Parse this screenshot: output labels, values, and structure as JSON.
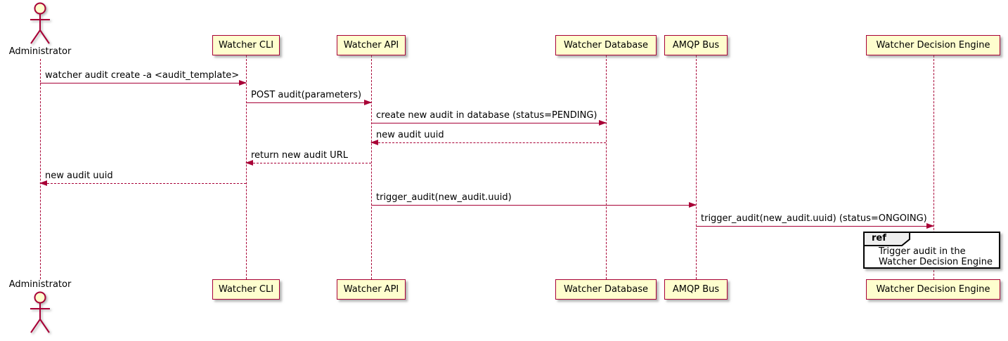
{
  "diagram_type": "sequence",
  "colors": {
    "line_accent": "#A80036",
    "participant_fill": "#FEFECE",
    "ref_header_fill": "#EEEEEE",
    "ref_border": "#000000",
    "text": "#000000",
    "background": "#FFFFFF"
  },
  "participants": [
    {
      "label": "Administrator",
      "kind": "actor"
    },
    {
      "label": "Watcher CLI",
      "kind": "participant"
    },
    {
      "label": "Watcher API",
      "kind": "participant"
    },
    {
      "label": "Watcher Database",
      "kind": "participant"
    },
    {
      "label": "AMQP Bus",
      "kind": "participant"
    },
    {
      "label": "Watcher Decision Engine",
      "kind": "participant"
    }
  ],
  "messages": [
    {
      "from": "Administrator",
      "to": "Watcher CLI",
      "label": "watcher audit create -a <audit_template>",
      "line": "solid"
    },
    {
      "from": "Watcher CLI",
      "to": "Watcher API",
      "label": "POST audit(parameters)",
      "line": "solid"
    },
    {
      "from": "Watcher API",
      "to": "Watcher Database",
      "label": "create new audit in database (status=PENDING)",
      "line": "solid"
    },
    {
      "from": "Watcher Database",
      "to": "Watcher API",
      "label": "new audit uuid",
      "line": "dashed"
    },
    {
      "from": "Watcher API",
      "to": "Watcher CLI",
      "label": "return new audit URL",
      "line": "dashed"
    },
    {
      "from": "Watcher CLI",
      "to": "Administrator",
      "label": "new audit uuid",
      "line": "dashed"
    },
    {
      "from": "Watcher API",
      "to": "AMQP Bus",
      "label": "trigger_audit(new_audit.uuid)",
      "line": "solid"
    },
    {
      "from": "AMQP Bus",
      "to": "Watcher Decision Engine",
      "label": "trigger_audit(new_audit.uuid) (status=ONGOING)",
      "line": "solid"
    }
  ],
  "ref_fragment": {
    "keyword": "ref",
    "over": "Watcher Decision Engine",
    "line1": "Trigger audit in the",
    "line2": "Watcher Decision Engine"
  }
}
